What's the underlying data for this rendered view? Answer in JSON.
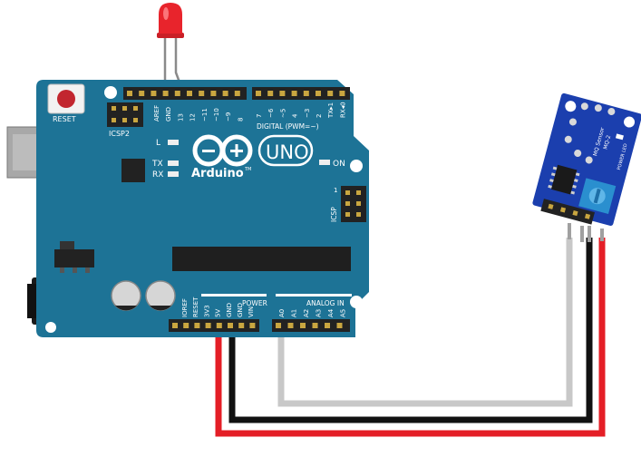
{
  "board": {
    "logo_text": "Arduino",
    "tm": "TM",
    "model": "UNO",
    "reset_label": "RESET",
    "icsp2_label": "ICSP2",
    "icsp_label": "ICSP",
    "icsp_pin1": "1",
    "led_l": "L",
    "led_tx": "TX",
    "led_rx": "RX",
    "led_on": "ON",
    "digital_label": "DIGITAL (PWM=~)",
    "power_label": "POWER",
    "analog_label": "ANALOG IN",
    "top_pins_left": [
      "AREF",
      "GND",
      "13",
      "12",
      "~11",
      "~10",
      "~9",
      "8"
    ],
    "top_pins_right": [
      "7",
      "~6",
      "~5",
      "4",
      "~3",
      "2",
      "TX▸1",
      "RX◂0"
    ],
    "bottom_pins_power": [
      "IOREF",
      "RESET",
      "3V3",
      "5V",
      "GND",
      "GND",
      "VIN"
    ],
    "bottom_pins_analog": [
      "A0",
      "A1",
      "A2",
      "A3",
      "A4",
      "A5"
    ]
  },
  "sensor": {
    "label_a": "MQ Sensor",
    "label_b": "MQ-2",
    "label_c": "POWER LED"
  },
  "colors": {
    "board": "#1d7396",
    "board_dark": "#0f4d66",
    "header": "#222222",
    "led": "#e8242c",
    "wire_red": "#e41e26",
    "wire_black": "#111111",
    "wire_gray": "#c8c8c8",
    "sensor_pcb": "#1b3fae",
    "trimpot": "#2a8fcf"
  }
}
